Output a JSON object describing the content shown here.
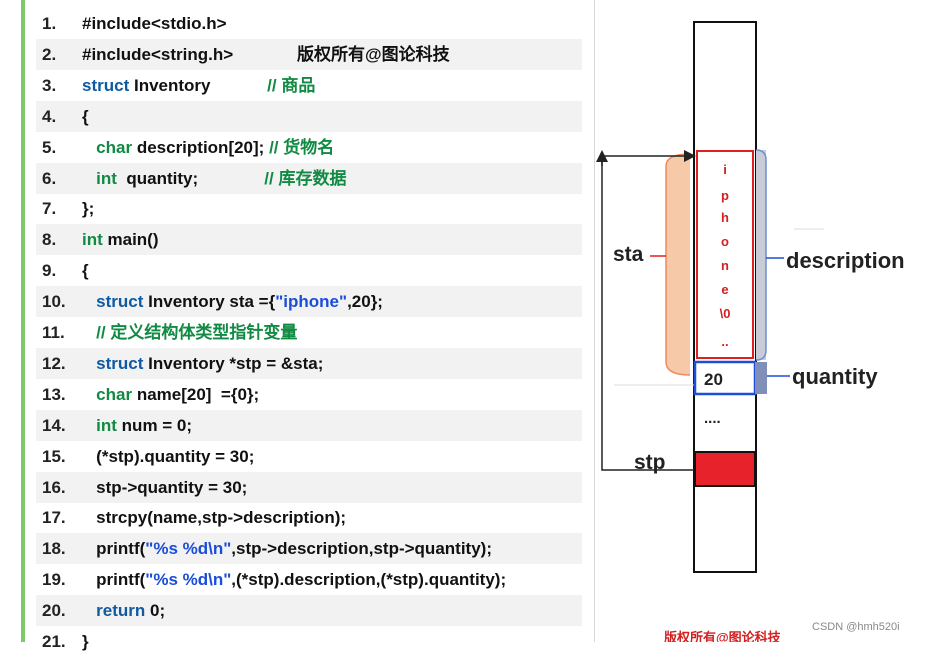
{
  "code": {
    "copyright": "版权所有@图论科技",
    "lines": [
      {
        "n": "1.",
        "parts": [
          [
            "tx",
            "#include<stdio.h>"
          ]
        ]
      },
      {
        "n": "2.",
        "parts": [
          [
            "tx",
            "#include<string.h>"
          ]
        ]
      },
      {
        "n": "3.",
        "parts": [
          [
            "kw",
            "struct "
          ],
          [
            "tx",
            "Inventory            "
          ],
          [
            "cm",
            "// 商品"
          ]
        ]
      },
      {
        "n": "4.",
        "parts": [
          [
            "tx",
            "{"
          ]
        ]
      },
      {
        "n": "5.",
        "parts": [
          [
            "tx",
            "   "
          ],
          [
            "kw2",
            "char"
          ],
          [
            "tx",
            " description[20]; "
          ],
          [
            "cm",
            "// 货物名"
          ]
        ]
      },
      {
        "n": "6.",
        "parts": [
          [
            "tx",
            "   "
          ],
          [
            "kw2",
            "int"
          ],
          [
            "tx",
            "  quantity;              "
          ],
          [
            "cm",
            "// 库存数据"
          ]
        ]
      },
      {
        "n": "7.",
        "parts": [
          [
            "tx",
            "};"
          ]
        ]
      },
      {
        "n": "8.",
        "parts": [
          [
            "kw2",
            "int"
          ],
          [
            "tx",
            " main()"
          ]
        ]
      },
      {
        "n": "9.",
        "parts": [
          [
            "tx",
            "{"
          ]
        ]
      },
      {
        "n": "10.",
        "parts": [
          [
            "tx",
            "   "
          ],
          [
            "kw",
            "struct"
          ],
          [
            "tx",
            " Inventory sta ={"
          ],
          [
            "str",
            "\"iphone\""
          ],
          [
            "tx",
            ",20};"
          ]
        ]
      },
      {
        "n": "11.",
        "parts": [
          [
            "tx",
            "   "
          ],
          [
            "cm",
            "// 定义结构体类型指针变量"
          ]
        ]
      },
      {
        "n": "12.",
        "parts": [
          [
            "tx",
            "   "
          ],
          [
            "kw",
            "struct"
          ],
          [
            "tx",
            " Inventory *stp = &sta;"
          ]
        ]
      },
      {
        "n": "13.",
        "parts": [
          [
            "tx",
            "   "
          ],
          [
            "kw2",
            "char"
          ],
          [
            "tx",
            " name[20]  ={0};"
          ]
        ]
      },
      {
        "n": "14.",
        "parts": [
          [
            "tx",
            "   "
          ],
          [
            "kw2",
            "int"
          ],
          [
            "tx",
            " num = 0;"
          ]
        ]
      },
      {
        "n": "15.",
        "parts": [
          [
            "tx",
            "   (*stp).quantity = 30;"
          ]
        ]
      },
      {
        "n": "16.",
        "parts": [
          [
            "tx",
            "   stp->quantity = 30;"
          ]
        ]
      },
      {
        "n": "17.",
        "parts": [
          [
            "tx",
            "   strcpy(name,stp->description);"
          ]
        ]
      },
      {
        "n": "18.",
        "parts": [
          [
            "tx",
            "   printf("
          ],
          [
            "str",
            "\"%s %d\\n\""
          ],
          [
            "tx",
            ",stp->description,stp->quantity);"
          ]
        ]
      },
      {
        "n": "19.",
        "parts": [
          [
            "tx",
            "   printf("
          ],
          [
            "str",
            "\"%s %d\\n\""
          ],
          [
            "tx",
            ",(*stp).description,(*stp).quantity);"
          ]
        ]
      },
      {
        "n": "20.",
        "parts": [
          [
            "tx",
            "   "
          ],
          [
            "kw",
            "return"
          ],
          [
            "tx",
            " 0;"
          ]
        ]
      },
      {
        "n": "21.",
        "parts": [
          [
            "tx",
            "}"
          ]
        ]
      }
    ]
  },
  "diagram": {
    "label_sta": "sta",
    "label_stp": "stp",
    "label_description": "description",
    "label_quantity": "quantity",
    "chars": [
      "i",
      "p",
      "h",
      "o",
      "n",
      "e",
      "\\0",
      ".."
    ],
    "quantity_value": "20",
    "ellipsis": "....",
    "watermark": "CSDN @hmh520i",
    "bottom_text": "版权所有@图论科技"
  },
  "colors": {
    "green_bar": "#7dc96b",
    "red": "#e02020",
    "blue": "#1f4fd6",
    "sta_fill": "#f6c9a8",
    "desc_fill": "#c9ccd6"
  }
}
